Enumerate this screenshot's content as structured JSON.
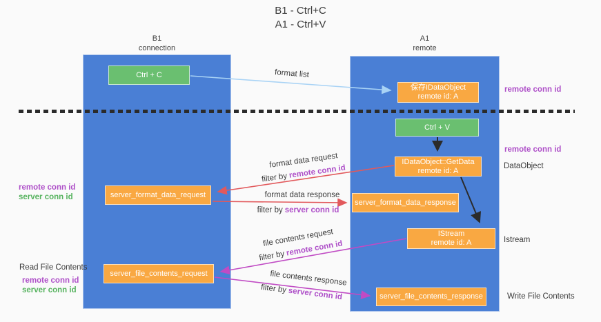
{
  "title": {
    "line1": "B1 - Ctrl+C",
    "line2": "A1 - Ctrl+V"
  },
  "lanes": {
    "left": {
      "name": "B1",
      "type": "connection"
    },
    "right": {
      "name": "A1",
      "type": "remote"
    }
  },
  "nodes": {
    "ctrl_c": {
      "label": "Ctrl + C"
    },
    "ctrl_v": {
      "label": "Ctrl + V"
    },
    "save_idataobject": {
      "line1": "保存IDataObject",
      "line2": "remote id: A"
    },
    "getdata": {
      "line1": "IDataObject::GetData",
      "line2": "remote id: A"
    },
    "istream": {
      "line1": "IStream",
      "line2": "remote id: A"
    },
    "format_request": {
      "label": "server_format_data_request"
    },
    "format_response": {
      "label": "server_format_data_response"
    },
    "file_request": {
      "label": "server_file_contents_request"
    },
    "file_response": {
      "label": "server_file_contents_response"
    }
  },
  "annotations": {
    "right_remote_conn_top": "remote conn id",
    "right_remote_conn_mid": "remote conn id",
    "dataobject": "DataObject",
    "istream": "Istream",
    "write_file": "Write File Contents",
    "left_remote_conn_top": "remote conn id",
    "left_server_conn_top": "server conn id",
    "read_file": "Read File Contents",
    "left_remote_conn_bottom": "remote conn id",
    "left_server_conn_bottom": "server conn id"
  },
  "flows": {
    "format_list": {
      "label": "format list"
    },
    "format_data_request": {
      "label": "format data request",
      "filter_prefix": "filter by",
      "filter_key": "remote conn id"
    },
    "format_data_response": {
      "label": "format data response",
      "filter_prefix": "filter by",
      "filter_key": "server conn id"
    },
    "file_contents_request": {
      "label": "file contents request",
      "filter_prefix": "filter by",
      "filter_key": "remote conn id"
    },
    "file_contents_response": {
      "label": "file contents response",
      "filter_prefix": "filter by",
      "filter_key": "server conn id"
    }
  },
  "colors": {
    "lane_blue": "#4a7fd5",
    "box_green": "#6abf70",
    "box_orange": "#f9a842",
    "arrow_red": "#e2595c",
    "arrow_magenta": "#c04bc4",
    "arrow_light_blue": "#a9d3f5",
    "arrow_black": "#2b2b2b",
    "label_purple": "#ae4fc8",
    "label_green": "#57b35f"
  }
}
